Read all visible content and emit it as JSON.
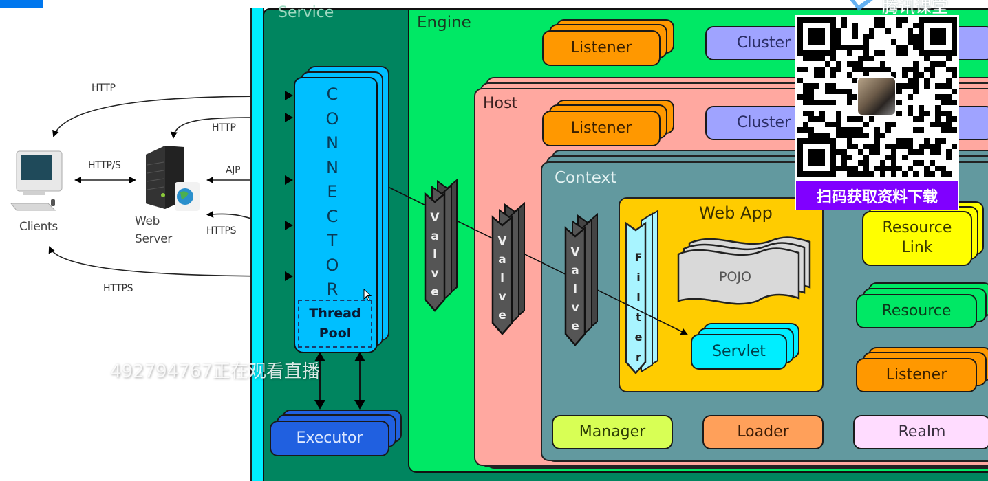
{
  "diagram": {
    "title": "Tomcat Architecture",
    "network": {
      "clients_label": "Clients",
      "webserver_label_line1": "Web",
      "webserver_label_line2": "Server",
      "arrows": {
        "http_top": "HTTP",
        "http_webserver": "HTTP",
        "http_s": "HTTP/S",
        "ajp": "AJP",
        "https_webserver": "HTTPS",
        "https_bottom": "HTTPS"
      }
    },
    "service": {
      "title": "Service",
      "connector_letters": [
        "C",
        "O",
        "N",
        "N",
        "E",
        "C",
        "T",
        "O",
        "R"
      ],
      "thread_pool_line1": "Thread",
      "thread_pool_line2": "Pool",
      "executor": "Executor"
    },
    "engine": {
      "title": "Engine",
      "listener": "Listener",
      "cluster": "Cluster",
      "valve_letters": [
        "V",
        "a",
        "l",
        "v",
        "e"
      ]
    },
    "host": {
      "title": "Host",
      "listener": "Listener",
      "cluster": "Cluster",
      "valve_letters": [
        "V",
        "a",
        "l",
        "v",
        "e"
      ]
    },
    "context": {
      "title": "Context",
      "valve_letters": [
        "V",
        "a",
        "l",
        "v",
        "e"
      ],
      "web_app": {
        "title": "Web App",
        "filter_letters": [
          "F",
          "i",
          "l",
          "t",
          "e",
          "r"
        ],
        "pojo": "POJO",
        "servlet": "Servlet"
      },
      "resource_link_line1": "Resource",
      "resource_link_line2": "Link",
      "resource": "Resource",
      "listener": "Listener",
      "manager": "Manager",
      "loader": "Loader",
      "realm": "Realm"
    }
  },
  "overlay": {
    "brand": "腾讯课堂",
    "qr_banner": "扫码获取资料下载",
    "watermark": "492794767正在观看直播"
  },
  "colors": {
    "service": "#00855f",
    "engine": "#00e865",
    "host": "#ffa8a0",
    "context": "#62999f",
    "web_app": "#ffcc00",
    "connector": "#00bfff",
    "qr_banner": "#8000ff"
  }
}
